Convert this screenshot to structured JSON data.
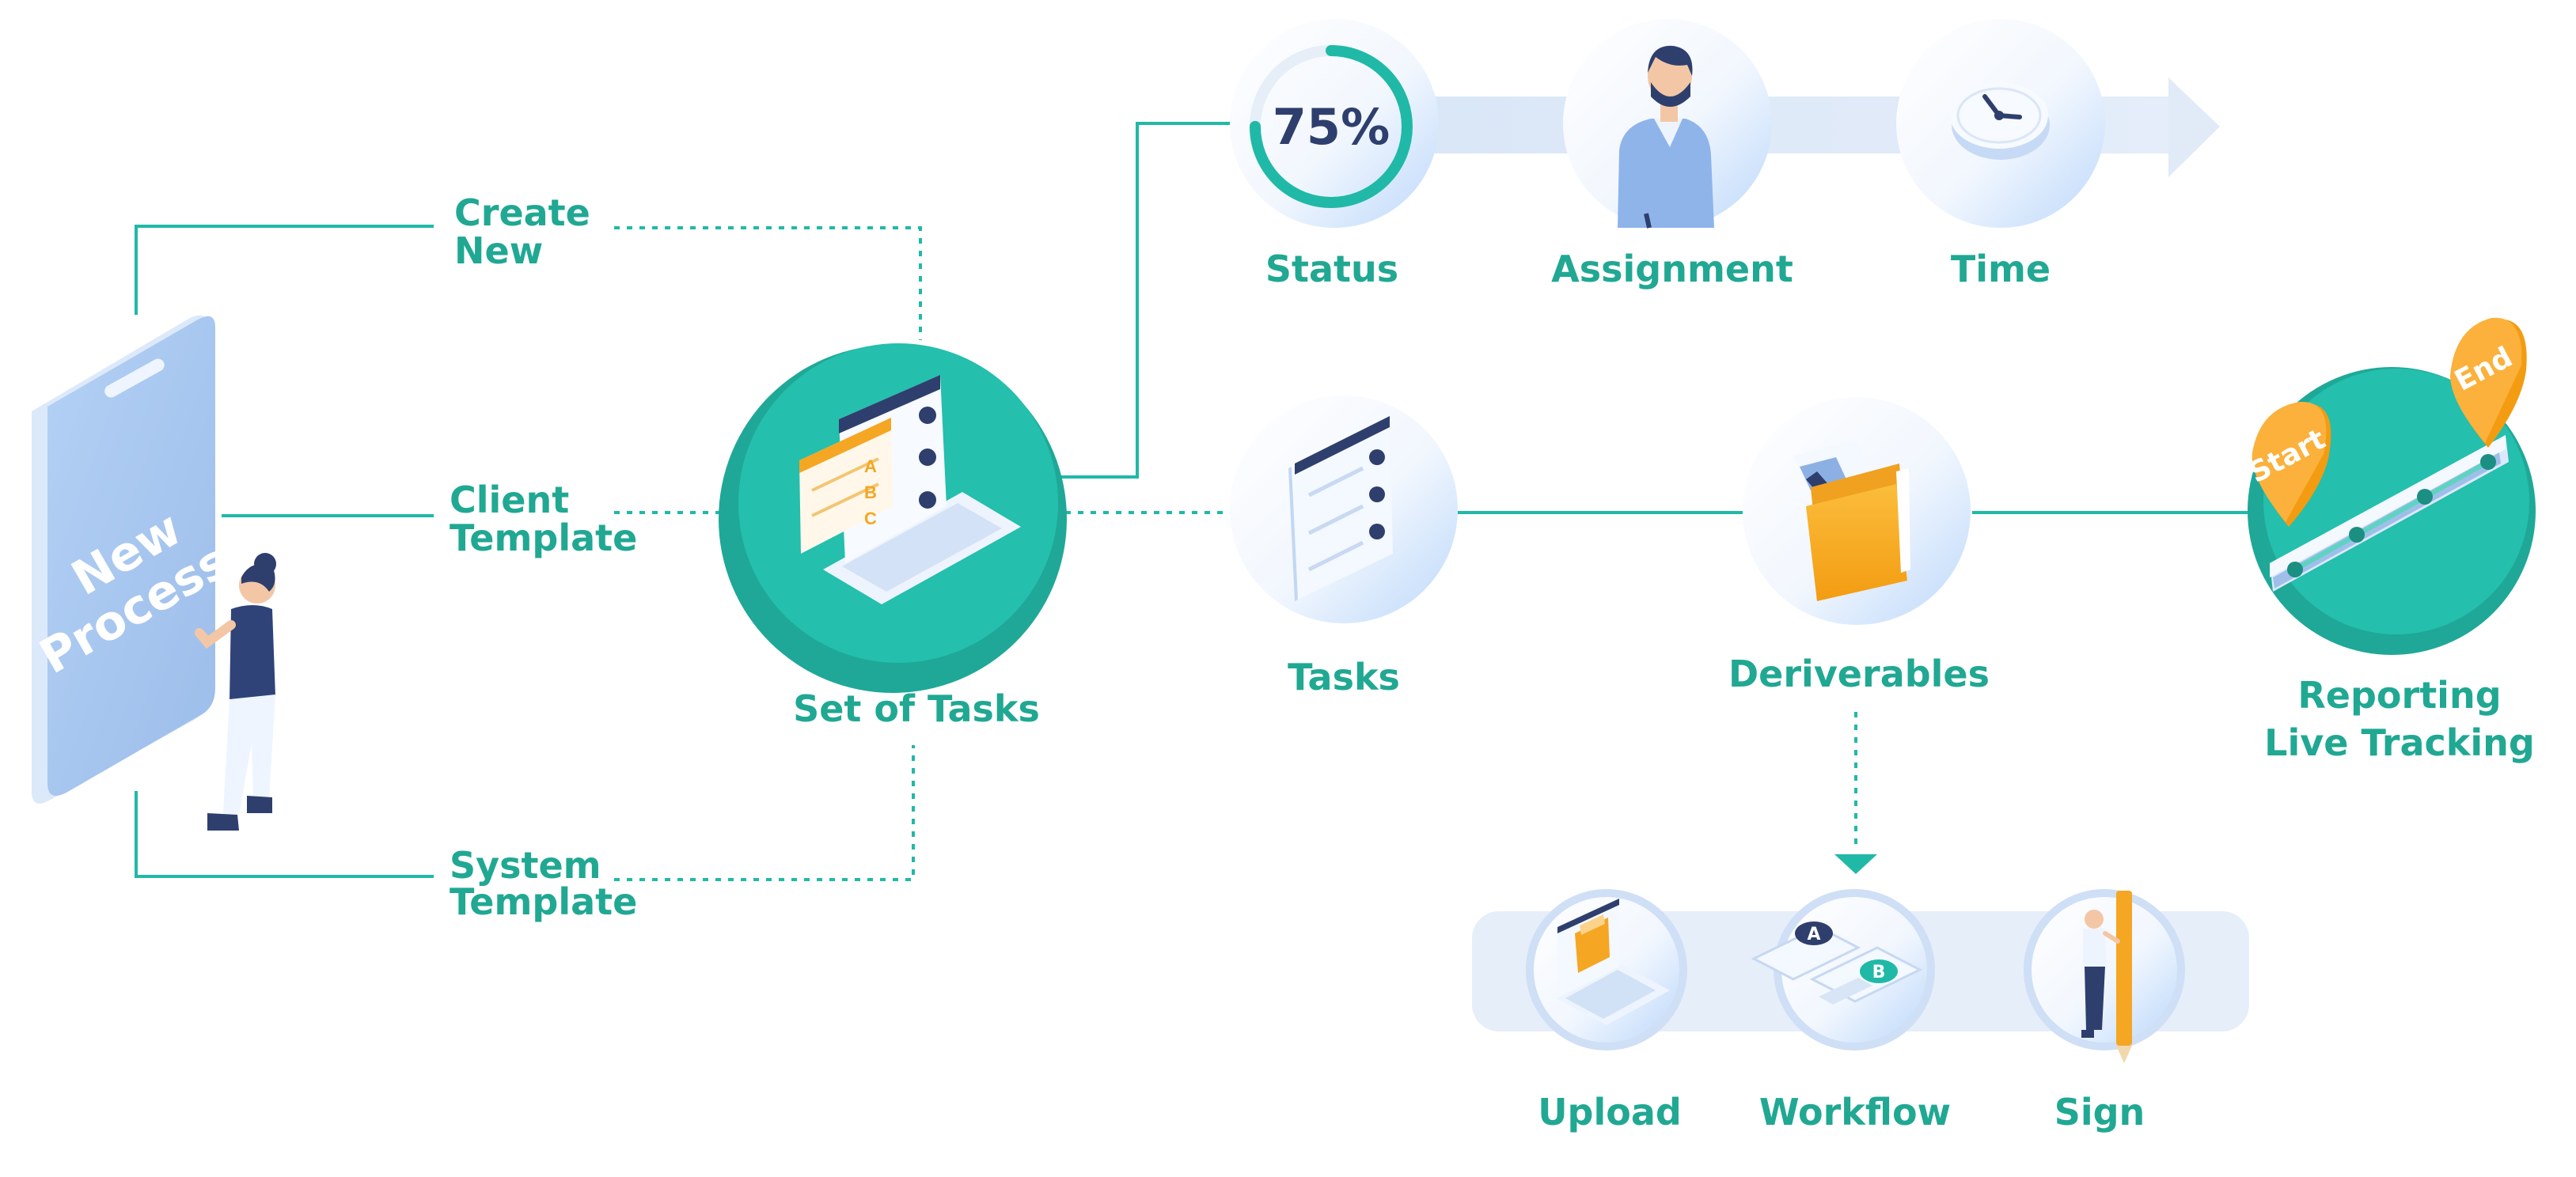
{
  "phone": {
    "text_line1": "New",
    "text_line2": "Process"
  },
  "sources": [
    {
      "line1": "Create",
      "line2": "New"
    },
    {
      "line1": "Client",
      "line2": "Template"
    },
    {
      "line1": "System",
      "line2": "Template"
    }
  ],
  "hub": {
    "label": "Set of Tasks",
    "checklist_letters": [
      "A",
      "B",
      "C"
    ]
  },
  "top_row": [
    {
      "label": "Status",
      "value": "75%",
      "progress": 0.75
    },
    {
      "label": "Assignment"
    },
    {
      "label": "Time"
    }
  ],
  "middle_row": [
    {
      "label": "Tasks"
    },
    {
      "label": "Deriverables"
    }
  ],
  "reporting": {
    "line1": "Reporting",
    "line2": "Live Tracking",
    "pin_start": "Start",
    "pin_end": "End"
  },
  "bottom_row": [
    {
      "label": "Upload"
    },
    {
      "label": "Workflow",
      "badge_a": "A",
      "badge_b": "B"
    },
    {
      "label": "Sign"
    }
  ],
  "colors": {
    "teal": "#20b9a7",
    "teal_text": "#20a893",
    "navy": "#2e3f6e",
    "light_blue": "#a9c9f0",
    "orange": "#f5a623",
    "pale": "#e6eef9"
  }
}
